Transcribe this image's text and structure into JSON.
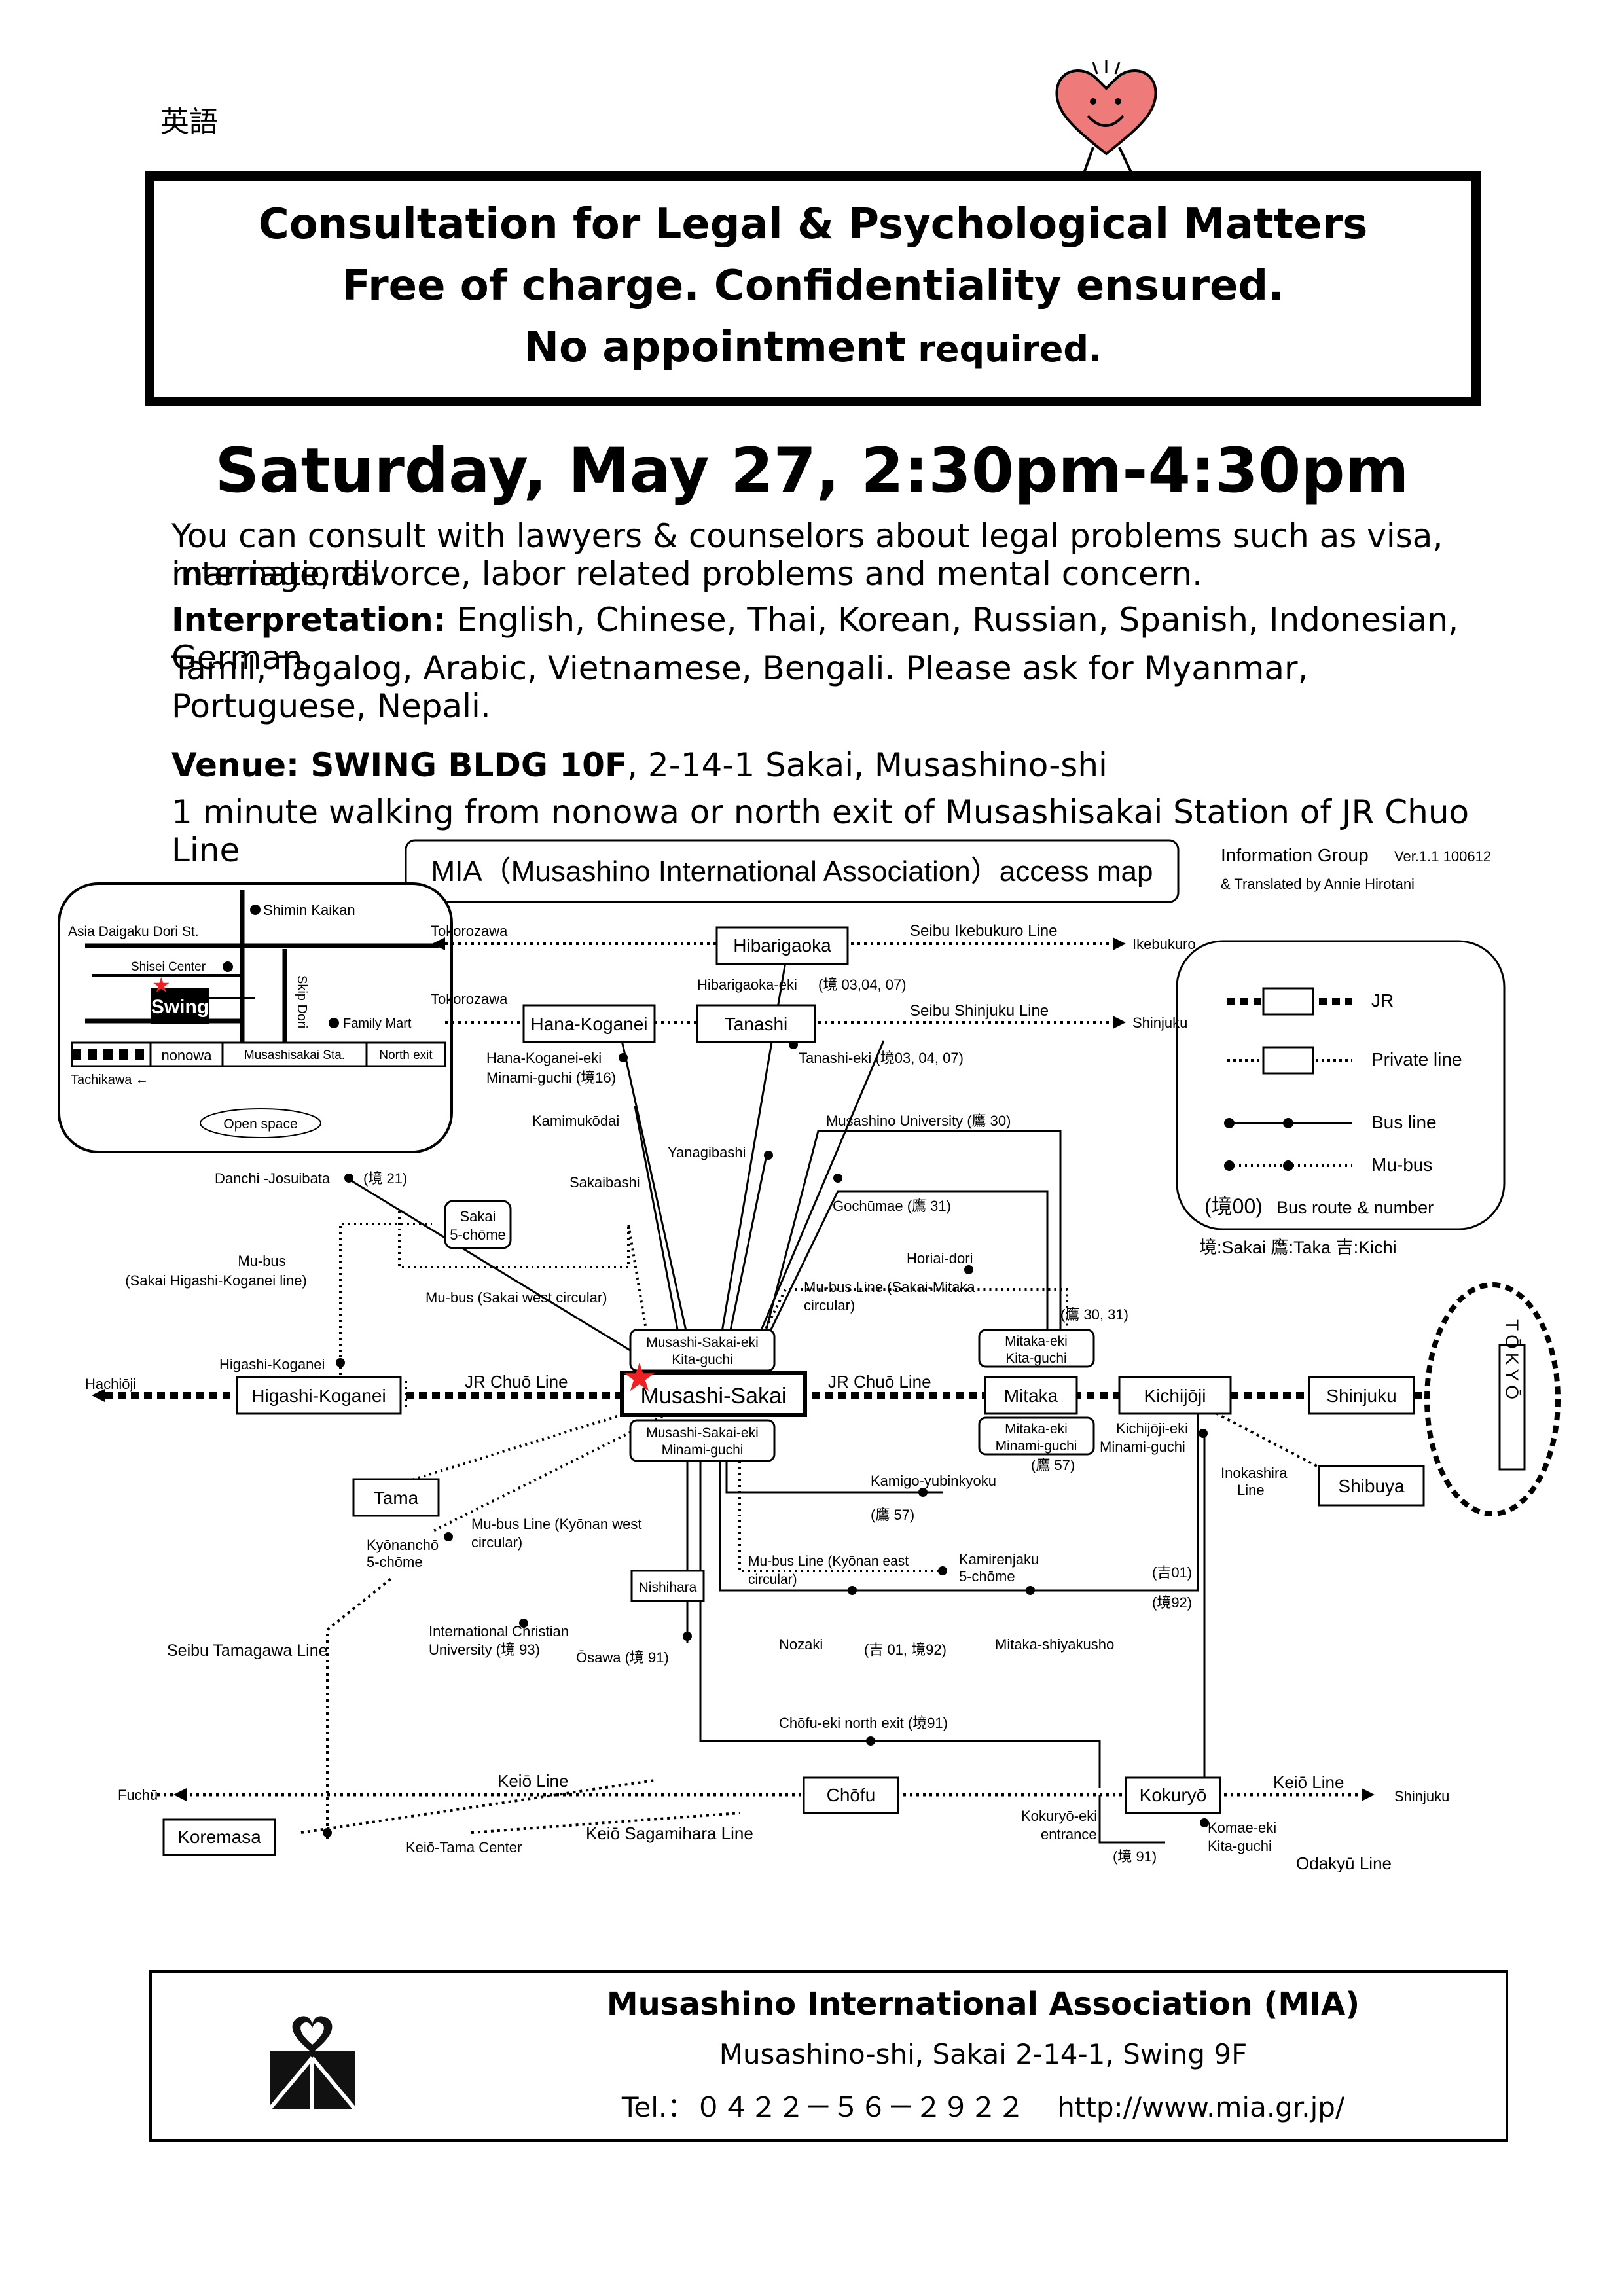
{
  "lang_tag": "英語",
  "title": {
    "line1": "Consultation for Legal & Psychological Matters",
    "line2": "Free of charge. Confidentiality ensured.",
    "line3a": "No appointment",
    "line3b": " required."
  },
  "event_date": "Saturday, May 27, 2:30pm-4:30pm",
  "description": {
    "line1": "You can consult with lawyers & counselors about legal problems such as visa, international",
    "line2": "marriage, divorce, labor related problems and mental concern.",
    "interp_label": "Interpretation:",
    "interp_line1": " English, Chinese, Thai, Korean, Russian, Spanish, Indonesian, German,",
    "interp_line2": "Tamil, Tagalog, Arabic, Vietnamese, Bengali. Please ask for Myanmar, Portuguese, Nepali."
  },
  "venue": {
    "label": "Venue: SWING BLDG 10F",
    "address": ", 2-14-1 Sakai, Musashino-shi",
    "directions": "1 minute walking from nonowa or north exit of Musashisakai Station of JR Chuo Line"
  },
  "map": {
    "title": "MIA（Musashino International Association）access map",
    "info_group": "Information Group",
    "version": "Ver.1.1 100612",
    "translated_by": "& Translated by Annie Hirotani",
    "legend": {
      "jr": "JR",
      "private": "Private line",
      "bus": "Bus line",
      "mubus": "Mu-bus",
      "route_sym": "(境00)",
      "route_text": "Bus route & number",
      "abbrev": "境:Sakai  鷹:Taka  吉:Kichi"
    },
    "inset": {
      "asia_daigaku": "Asia Daigaku Dori St.",
      "shimin_kaikan": "Shimin Kaikan",
      "shisei_center": "Shisei  Center",
      "skip_dori": "Skip Dori",
      "swing": "Swing",
      "family_mart": "Family Mart",
      "nonowa": "nonowa",
      "station": "Musashisakai Sta.",
      "north_exit": "North exit",
      "tachikawa": "Tachikawa ←",
      "open_space": "Open space"
    },
    "labels": {
      "tokorozawa1": "Tokorozawa",
      "hibarigaoka": "Hibarigaoka",
      "seibu_ikebukuro": "Seibu Ikebukuro Line",
      "ikebukuro": "Ikebukuro",
      "hibarigaoka_eki": "Hibarigaoka-eki",
      "hibari_route": "(境 03,04,  07)",
      "tokorozawa2": "Tokorozawa",
      "hana_koganei": "Hana-Koganei",
      "tanashi": "Tanashi",
      "seibu_shinjuku": "Seibu Shinjuku Line",
      "shinjuku_arrow": "Shinjuku",
      "hana_koganei_eki": "Hana-Koganei-eki",
      "minami_guchi16": "Minami-guchi (境16)",
      "tanashi_eki": "Tanashi-eki  (境03, 04, 07)",
      "kamimukodai": "Kamimukōdai",
      "musashino_univ": "Musashino University (鷹 30)",
      "yanagibashi": "Yanagibashi",
      "danchi": "Danchi -Josuibata",
      "danchi_route": "(境 21)",
      "sakaibashi": "Sakaibashi",
      "gochumae": "Gochūmae   (鷹 31)",
      "sakai5": "Sakai",
      "sakai5b": "5-chōme",
      "mubus_label": "Mu-bus",
      "mubus_sub": "(Sakai Higashi-Koganei line)",
      "horiai": "Horiai-dori",
      "mubus_west": "Mu-bus (Sakai west circular)",
      "mubus_mitaka1": "Mu-bus Line (Sakai-Mitaka",
      "mubus_mitaka2": "circular)",
      "taka3031": "(鷹 30, 31)",
      "kita1": "Musashi-Sakai-eki",
      "kita2": "Kita-guchi",
      "mitaka_kita1": "Mitaka-eki",
      "mitaka_kita2": "Kita-guchi",
      "higashi_koganei_top": "Higashi-Koganei",
      "hachioji": "Hachiōji",
      "higashi_koganei": "Higashi-Koganei",
      "jr_chuo1": "JR Chuō Line",
      "musashi_sakai": "Musashi-Sakai",
      "jr_chuo2": "JR Chuō Line",
      "mitaka": "Mitaka",
      "kichijoji": "Kichijōji",
      "shinjuku": "Shinjuku",
      "tokyo": "TŌKYŌ",
      "minami1": "Musashi-Sakai-eki",
      "minami2": "Minami-guchi",
      "mitaka_minami1": "Mitaka-eki",
      "mitaka_minami2": "Minami-guchi",
      "taka57a": "(鷹 57)",
      "kichi_minami1": "Kichijōji-eki",
      "kichi_minami2": "Minami-guchi",
      "inokashira1": "Inokashira",
      "inokashira2": "Line",
      "shibuya": "Shibuya",
      "tama": "Tama",
      "kamigo": "Kamigo-yubinkyoku",
      "taka57b": "(鷹 57)",
      "mubus_kyonan_w1": "Mu-bus Line (Kyōnan west",
      "mubus_kyonan_w2": "circular)",
      "kyonancho1": "Kyōnanchō",
      "kyonancho2": "5-chōme",
      "mubus_kyonan_e1": "Mu-bus Line (Kyōnan east",
      "mubus_kyonan_e2": "circular)",
      "kamirenjaku1": "Kamirenjaku",
      "kamirenjaku2": "5-chōme",
      "kichi01": "(吉01)",
      "sakai92": "(境92)",
      "nishihara": "Nishihara",
      "icu1": "International Christian",
      "icu2": "University (境 93)",
      "seibu_tamagawa": "Seibu Tamagawa Line",
      "osawa": "Ōsawa (境 91)",
      "nozaki": "Nozaki",
      "kichi01_sakai92": "(吉 01, 境92)",
      "mitaka_shiyakusho": "Mitaka-shiyakusho",
      "chofu_north": "Chōfu-eki north exit (境91)",
      "fuchu": "Fuchū",
      "keio1": "Keiō Line",
      "chofu": "Chōfu",
      "kokuryo": "Kokuryō",
      "keio2": "Keiō Line",
      "shinjuku2": "Shinjuku",
      "koremasa": "Koremasa",
      "keio_tama": "Keiō-Tama Center",
      "keio_sagamihara": "Keiō Sagamihara Line",
      "kokuryo_eki1": "Kokuryō-eki",
      "kokuryo_eki2": "entrance",
      "sakai91": "(境 91)",
      "komae1": "Komae-eki",
      "komae2": "Kita-guchi",
      "odakyu": "Odakyū Line"
    }
  },
  "footer": {
    "org": "Musashino International Association (MIA)",
    "address": "Musashino-shi, Sakai 2-14-1, Swing 9F",
    "tel": "Tel.：０４２２－５６－２９２２",
    "url": "http://www.mia.gr.jp/"
  }
}
